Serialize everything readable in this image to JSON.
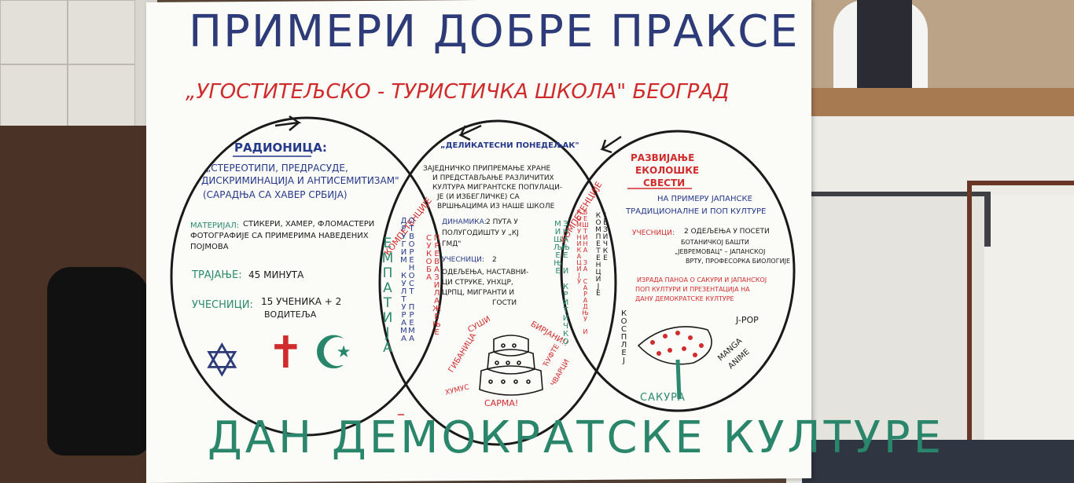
{
  "poster": {
    "title": "ПРИМЕРИ ДОБРЕ ПРАКСЕ",
    "subtitle": "„УГОСТИТЕЉСКО - ТУРИСТИЧКА ШКОЛА\" БЕОГРАД",
    "footer": "ДАН ДЕМОКРАТСКЕ КУЛТУРЕ",
    "left": {
      "heading": "РАДИОНИЦА:",
      "topic_lines": [
        "„СТЕРЕОТИПИ, ПРЕДРАСУДЕ,",
        "ДИСКРИМИНАЦИЈА И АНТИСЕМИТИЗАМ\"",
        "(САРАДЊА СА ХАВЕР СРБИЈА)"
      ],
      "material_label": "МАТЕРИЈАЛ:",
      "material_lines": [
        "СТИКЕРИ, ХАМЕР, ФЛОМАСТЕРИ",
        "ФОТОГРАФИЈЕ СА ПРИМЕРИМА НАВЕДЕНИХ",
        "ПОЈМОВА"
      ],
      "duration_label": "ТРАЈАЊЕ:",
      "duration_value": "45 МИНУТА",
      "participants_label": "УЧЕСНИЦИ:",
      "participants_lines": [
        "15 УЧЕНИКА + 2",
        "ВОДИТЕЉА"
      ]
    },
    "middle": {
      "heading": "„ДЕЛИКАТЕСНИ ПОНЕДЕЉАК\"",
      "desc_lines": [
        "ЗАЈЕДНИЧКО ПРИПРЕМАЊЕ ХРАНЕ",
        "И ПРЕДСТАВЉАЊЕ РАЗЛИЧИТИХ",
        "КУЛТУРА МИГРАНТСКЕ ПОПУЛАЦИ-",
        "ЈЕ (И ИЗБЕГЛИЧКЕ) СА",
        "ВРШЊАЦИМА ИЗ НАШЕ ШКОЛЕ"
      ],
      "dynamics_label": "ДИНАМИКА:",
      "dynamics_lines": [
        "2 ПУТА У",
        "ПОЛУГОДИШТУ У „КЈ",
        "ГМД\""
      ],
      "participants_label": "УЧЕСНИЦИ:",
      "participants_lines": [
        "2",
        "ОДЕЉЕЊА, НАСТАВНИ-",
        "ЦИ СТРУКЕ, УНХЦР,",
        "ЦРПЦ, МИГРАНТИ И",
        "ГОСТИ"
      ],
      "foods": [
        "СУШИ",
        "ГИБАНИЦА",
        "ХУМУС",
        "БИРЈАНИ!!",
        "ЋУФТЕ",
        "ЧВАРЦИ",
        "САРМА!"
      ]
    },
    "right": {
      "heading_lines": [
        "РАЗВИЈАЊЕ",
        "ЕКОЛОШКЕ",
        "СВЕСТИ"
      ],
      "example_lines": [
        "НА ПРИМЕРУ ЈАПАНСКЕ",
        "ТРАДИЦИОНАЛНЕ И ПОП КУЛТУРЕ"
      ],
      "participants_label": "УЧЕСНИЦИ:",
      "participants_lines": [
        "2 ОДЕЉЕЊА У ПОСЕТИ",
        "БОТАНИЧКОЈ БАШТИ",
        "„ЈЕВРЕМОВАЦ\" – ЈАПАНСКОЈ",
        "ВРТУ, ПРОФЕСОРКА БИОЛОГИЈЕ"
      ],
      "activity_lines": [
        "ИЗРАДА ПАНОА О САКУРИ И ЈАПАНСКОЈ",
        "ПОП КУЛТУРИ И ПРЕЗЕНТАЦИЈА НА",
        "ДАНУ ДЕМОКРАТСКЕ КУЛТУРЕ"
      ],
      "tags": [
        "J-POP",
        "MANGA",
        "ANIME",
        "КОСПЛЕЈ",
        "САКУРА"
      ]
    },
    "overlap_left": {
      "title": "КОМПЕТЕНЦИЈЕ",
      "columns": [
        "ЕМПАТИЈА",
        "ОТВОРЕНОСТ ПРЕМА ДРУГИМ КУЛТУРАМА",
        "ПРЕВАЗИЛАЖЕЊЕ СУКОБА"
      ]
    },
    "overlap_right": {
      "title": "КОМПЕТЕНЦИЈЕ",
      "columns": [
        "ЗНАЊЕ И КРИТИЧКО МИШЉЕЊЕ",
        "ВЕШТИНА ЗА САРАДЊУ И КОМУНИКАЦИЈУ",
        "ЈЕЗИЧКЕ КОМПЕТЕНЦИЈЕ"
      ]
    }
  },
  "colors": {
    "ink_blue": "#25398a",
    "ink_red": "#d12c2c",
    "ink_green": "#2b8a6e",
    "ink_black": "#1a1a1a",
    "paper": "#fbfbf8"
  },
  "icons": [
    "star-of-david-icon",
    "cross-icon",
    "crescent-star-icon",
    "cake-drawing",
    "sakura-tree-drawing"
  ]
}
